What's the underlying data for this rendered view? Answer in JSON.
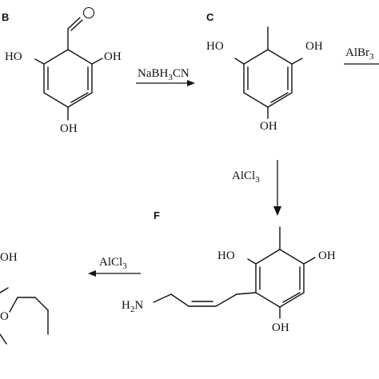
{
  "compounds": {
    "B": {
      "label": "B",
      "oh_left": "HO",
      "oh_right": "OH",
      "oh_bottom": "OH"
    },
    "C": {
      "label": "C",
      "oh_left": "HO",
      "oh_right": "OH",
      "oh_bottom": "OH"
    },
    "F": {
      "label": "F",
      "oh_left": "HO",
      "oh_right": "OH",
      "oh_bottom": "OH",
      "amine": "H",
      "amine_n": "N",
      "amine_sub": "2"
    },
    "partial": {
      "oh": "OH",
      "o": "O"
    }
  },
  "reagents": {
    "step1": {
      "main": "NaBH",
      "sub": "3",
      "tail": "CN"
    },
    "step2": {
      "main": "AlBr",
      "sub": "3"
    },
    "step3": {
      "main": "AlCl",
      "sub": "3"
    },
    "step4": {
      "main": "AlCl",
      "sub": "3"
    }
  }
}
